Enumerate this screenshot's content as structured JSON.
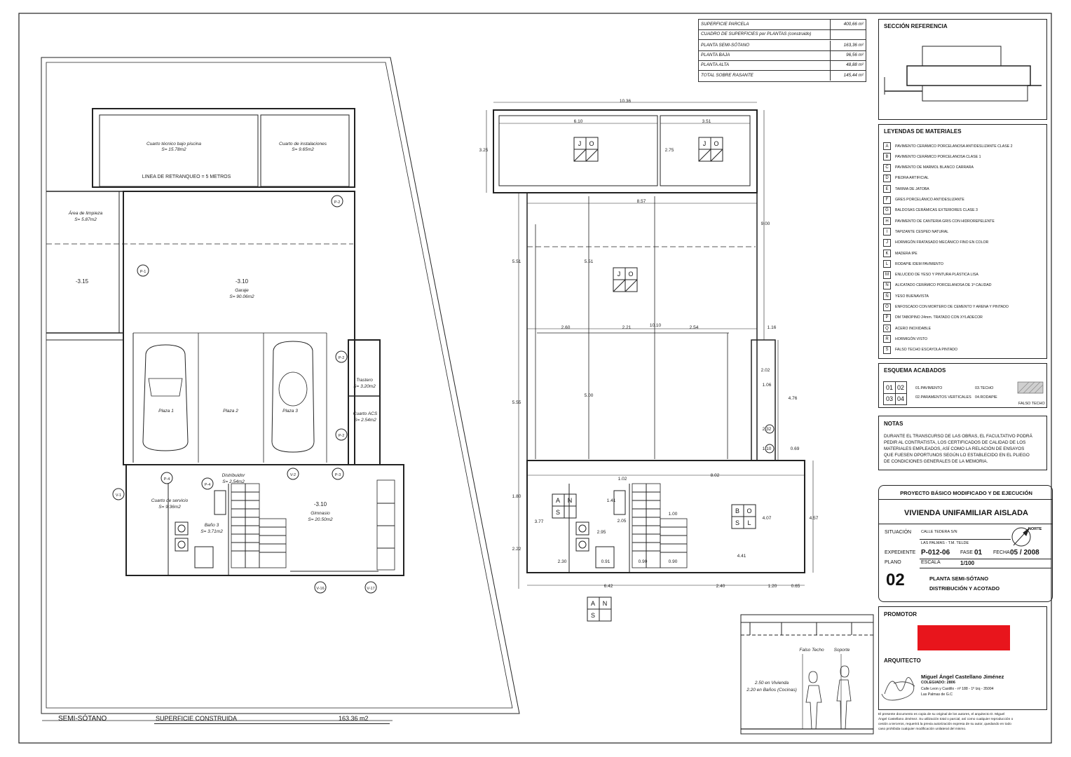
{
  "surface_table": [
    {
      "label": "SUPERFICIE PARCELA",
      "value": "400,66 m²"
    },
    {
      "label": "CUADRO DE SUPERFICIES por PLANTAS (construido)",
      "value": ""
    },
    {
      "label": "PLANTA SEMI-SÓTANO",
      "value": "163,36 m²"
    },
    {
      "label": "PLANTA BAJA",
      "value": "96,56 m²"
    },
    {
      "label": "PLANTA ALTA",
      "value": "48,88 m²"
    },
    {
      "label": "TOTAL SOBRE RASANTE",
      "value": "145,44 m²"
    }
  ],
  "section_ref": {
    "title": "SECCIÓN REFERENCIA"
  },
  "legend": {
    "title": "LEYENDAS DE MATERIALES",
    "items": [
      {
        "code": "A",
        "desc": "PAVIMENTO CERÁMICO PORCELANOSA ANTIDESLIZANTE CLASE 2"
      },
      {
        "code": "B",
        "desc": "PAVIMENTO CERÁMICO PORCELANOSA CLASE 1"
      },
      {
        "code": "C",
        "desc": "PAVIMENTO DE MARMOL BLANCO CARRARA"
      },
      {
        "code": "D",
        "desc": "PIEDRA ARTIFICIAL"
      },
      {
        "code": "E",
        "desc": "TARIMA DE JATOBA"
      },
      {
        "code": "F",
        "desc": "GRES PORCELÁNICO ANTIDESLIZANTE"
      },
      {
        "code": "G",
        "desc": "BALDOSAS CERÁMICAS EXTERIORES CLASE 3"
      },
      {
        "code": "H",
        "desc": "PAVIMENTO DE CANTERIA GRIS CON HIDROREPELENTE"
      },
      {
        "code": "I",
        "desc": "TAPIZANTE CESPED NATURAL"
      },
      {
        "code": "J",
        "desc": "HORMIGÓN FRATASADO MECÁNICO FINO EN COLOR"
      },
      {
        "code": "K",
        "desc": "MADERA IPE"
      },
      {
        "code": "L",
        "desc": "RODAPIE IDEM PAVIMENTO"
      },
      {
        "code": "M",
        "desc": "ENLUCIDO DE YESO Y PINTURA PLÁSTICA LISA"
      },
      {
        "code": "N",
        "desc": "ALICATADO CERÁMICO PORCELANOSA DE 1ª CALIDAD"
      },
      {
        "code": "Ñ",
        "desc": "YESO BUENAVISTA"
      },
      {
        "code": "O",
        "desc": "ENFOSCADO CON MORTERO DE CEMENTO Y ARENA Y PINTADO"
      },
      {
        "code": "P",
        "desc": "DM TABOPINO 24mm. TRATADO CON XYLADECOR"
      },
      {
        "code": "Q",
        "desc": "ACERO INOXIDABLE"
      },
      {
        "code": "R",
        "desc": "HORMIGÓN VISTO"
      },
      {
        "code": "S",
        "desc": "FALSO TECHO ESCAYOLA PINTADO"
      }
    ]
  },
  "esquema": {
    "title": "ESQUEMA ACABADOS",
    "c1": "01",
    "c2": "02",
    "c3": "03",
    "c4": "04",
    "l1": "01.PAVIMENTO",
    "l2": "02.PARAMENTOS VERTICALES",
    "l3": "03.TECHO",
    "l4": "04.RODAPIE",
    "hatch_label": "FALSO TECHO"
  },
  "notas": {
    "title": "NOTAS",
    "lines": [
      "DURANTE EL TRANSCURSO DE LAS OBRAS, EL FACULTATIVO PODRÁ",
      "PEDIR AL CONTRATISTA, LOS CERTIFICADOS DE CALIDAD DE LOS",
      "MATERIALES EMPLEADOS, ASÍ COMO LA RELACIÓN DE ENSAYOS",
      "QUE FUESEN OPORTUNOS SEGÚN LO ESTABLECIDO EN EL PLIEGO",
      "DE CONDICIONES GENERALES DE LA MEMORIA."
    ]
  },
  "title_block": {
    "project": "PROYECTO BÁSICO MODIFICADO Y DE EJECUCIÓN",
    "name": "VIVIENDA UNIFAMILIAR AISLADA",
    "situacion_label": "SITUACIÓN",
    "situacion_1": "CALLE TEDERA  S/N",
    "situacion_2": "LAS PALMAS - T.M. TELDE",
    "norte": "NORTE",
    "expediente_label": "EXPEDIENTE",
    "expediente": "P-012-06",
    "fase_label": "FASE",
    "fase": "01",
    "fecha_label": "FECHA",
    "fecha": "05 / 2008",
    "plano_label": "PLANO",
    "escala_label": "ESCALA",
    "escala": "1/100",
    "plano_num": "02",
    "plano_title_1": "PLANTA SEMI-SÓTANO",
    "plano_title_2": "DISTRIBUCIÓN Y ACOTADO"
  },
  "promotor": {
    "label": "PROMOTOR",
    "redaction_color": "#e8151c"
  },
  "arquitecto": {
    "label": "ARQUITECTO",
    "name": "Miguel Ángel Castellano Jiménez",
    "colegiado": "COLEGIADO:  2806",
    "address_1": "Calle Leon y Castillo - nº 188 - 1º Izq - 35004",
    "address_2": "Las Palmas de G.C"
  },
  "disclaimer": [
    "El presente documento es copia de su original de los autores, el arquitecto D. Miguel",
    "Ángel Castellano Jiménez. Su utilización total o parcial, así como cualquier reproducción o",
    "cesión a terceros, requerirá la previa autorización expresa de su autor, quedando en todo",
    "caso prohibida cualquier modificación unilateral del mismo."
  ],
  "height_detail": {
    "falso_techo": "Falso Techo",
    "soporte": "Soporte",
    "line1": "2.50 en Vivienda",
    "line2": "2.20 en Baños (Cocinas)"
  },
  "footer": {
    "floor": "SEMI-SÓTANO",
    "sup_label": "SUPERFICIE CONSTRUIDA",
    "sup_value": "163.36 m2"
  },
  "plan_left": {
    "cuarto_tecnico": "Cuarto técnico bajo piscina",
    "cuarto_tecnico_s": "S= 15.78m2",
    "cuarto_inst": "Cuarto de instalaciones",
    "cuarto_inst_s": "S= 9.65m2",
    "retranqueo": "LINEA DE RETRANQUEO = 5 METROS",
    "area_limpieza": "Área de limpieza",
    "area_limpieza_s": "S= 5.87m2",
    "level_315": "-3.15",
    "level_310a": "-3.10",
    "garaje": "Garaje",
    "garaje_s": "S= 90.06m2",
    "plaza1": "Plaza 1",
    "plaza2": "Plaza 2",
    "plaza3": "Plaza 3",
    "trastero": "Trastero",
    "trastero_s": "S= 3.20m2",
    "acs": "Cuarto ACS",
    "acs_s": "S= 2.54m2",
    "distribuidor": "Distribuidor",
    "distribuidor_s": "S= 2.54m2",
    "servicio": "Cuarto de servicio",
    "servicio_s": "S= 9.36m2",
    "bano": "Baño 3",
    "bano_s": "S= 3.71m2",
    "level_310b": "-3.10",
    "gimnasio": "Gimnasio",
    "gimnasio_s": "S= 20.50m2",
    "tags": [
      "P-2",
      "P-1",
      "P-2",
      "P-2",
      "P-4",
      "P-4",
      "V-2",
      "P-3",
      "V-1",
      "V-16",
      "V-17"
    ]
  },
  "plan_right": {
    "dims": [
      "10.36",
      "6.10",
      "3.51",
      "3.25",
      "2.75",
      "8.57",
      "9.00",
      "5.51",
      "5.51",
      "2.60",
      "2.21",
      "10.10",
      "2.54",
      "1.16",
      "5.55",
      "5.00",
      "2.02",
      "1.06",
      "4.76",
      "2.32",
      "1.10",
      "0.69",
      "1.02",
      "8.02",
      "1.80",
      "1.41",
      "1.00",
      "3.77",
      "2.05",
      "2.95",
      "4.07",
      "4.57",
      "2.22",
      "4.41",
      "2.30",
      "0.91",
      "0.90",
      "0.90",
      "6.42",
      "2.40",
      "1.20",
      "0.65"
    ],
    "codes": {
      "j": "J",
      "o": "O",
      "a": "A",
      "n": "N",
      "s": "S",
      "b": "B",
      "l": "L"
    }
  }
}
